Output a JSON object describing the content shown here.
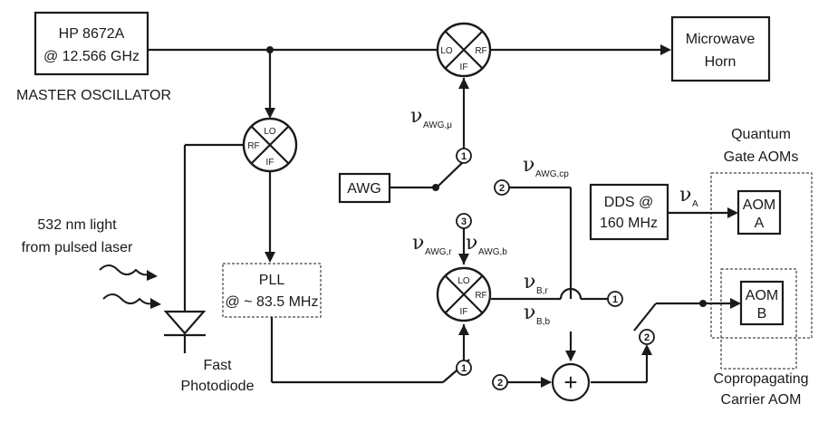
{
  "master": {
    "line1": "HP 8672A",
    "line2": "@ 12.566 GHz",
    "caption": "MASTER OSCILLATOR"
  },
  "horn": {
    "line1": "Microwave",
    "line2": "Horn"
  },
  "mixer_top": {
    "lo": "LO",
    "rf": "RF",
    "if": "IF"
  },
  "mixer_pll": {
    "lo": "LO",
    "rf": "RF",
    "if": "IF"
  },
  "mixer_mid": {
    "lo": "LO",
    "rf": "RF",
    "if": "IF"
  },
  "awg": {
    "label": "AWG"
  },
  "dds": {
    "line1": "DDS @",
    "line2": "160 MHz"
  },
  "pll": {
    "line1": "PLL",
    "line2": "@ ~ 83.5 MHz"
  },
  "aom_a": {
    "line1": "AOM",
    "line2": "A"
  },
  "aom_b": {
    "line1": "AOM",
    "line2": "B"
  },
  "laser": {
    "line1": "532 nm light",
    "line2": "from pulsed laser"
  },
  "photodiode": {
    "line1": "Fast",
    "line2": "Photodiode"
  },
  "gate_group": {
    "line1": "Quantum",
    "line2": "Gate AOMs"
  },
  "carrier_group": {
    "line1": "Copropagating",
    "line2": "Carrier AOM"
  },
  "symbols": {
    "nu": "ν",
    "sub_awg_mu": "AWG,μ",
    "sub_awg_cp": "AWG,cp",
    "sub_awg_r": "AWG,r",
    "sub_awg_b": "AWG,b",
    "sub_b_r": "B,r",
    "sub_b_b": "B,b",
    "sub_a": "A"
  },
  "ports": {
    "one": "1",
    "two": "2",
    "three": "3"
  },
  "combiner": {
    "symbol": "+"
  }
}
